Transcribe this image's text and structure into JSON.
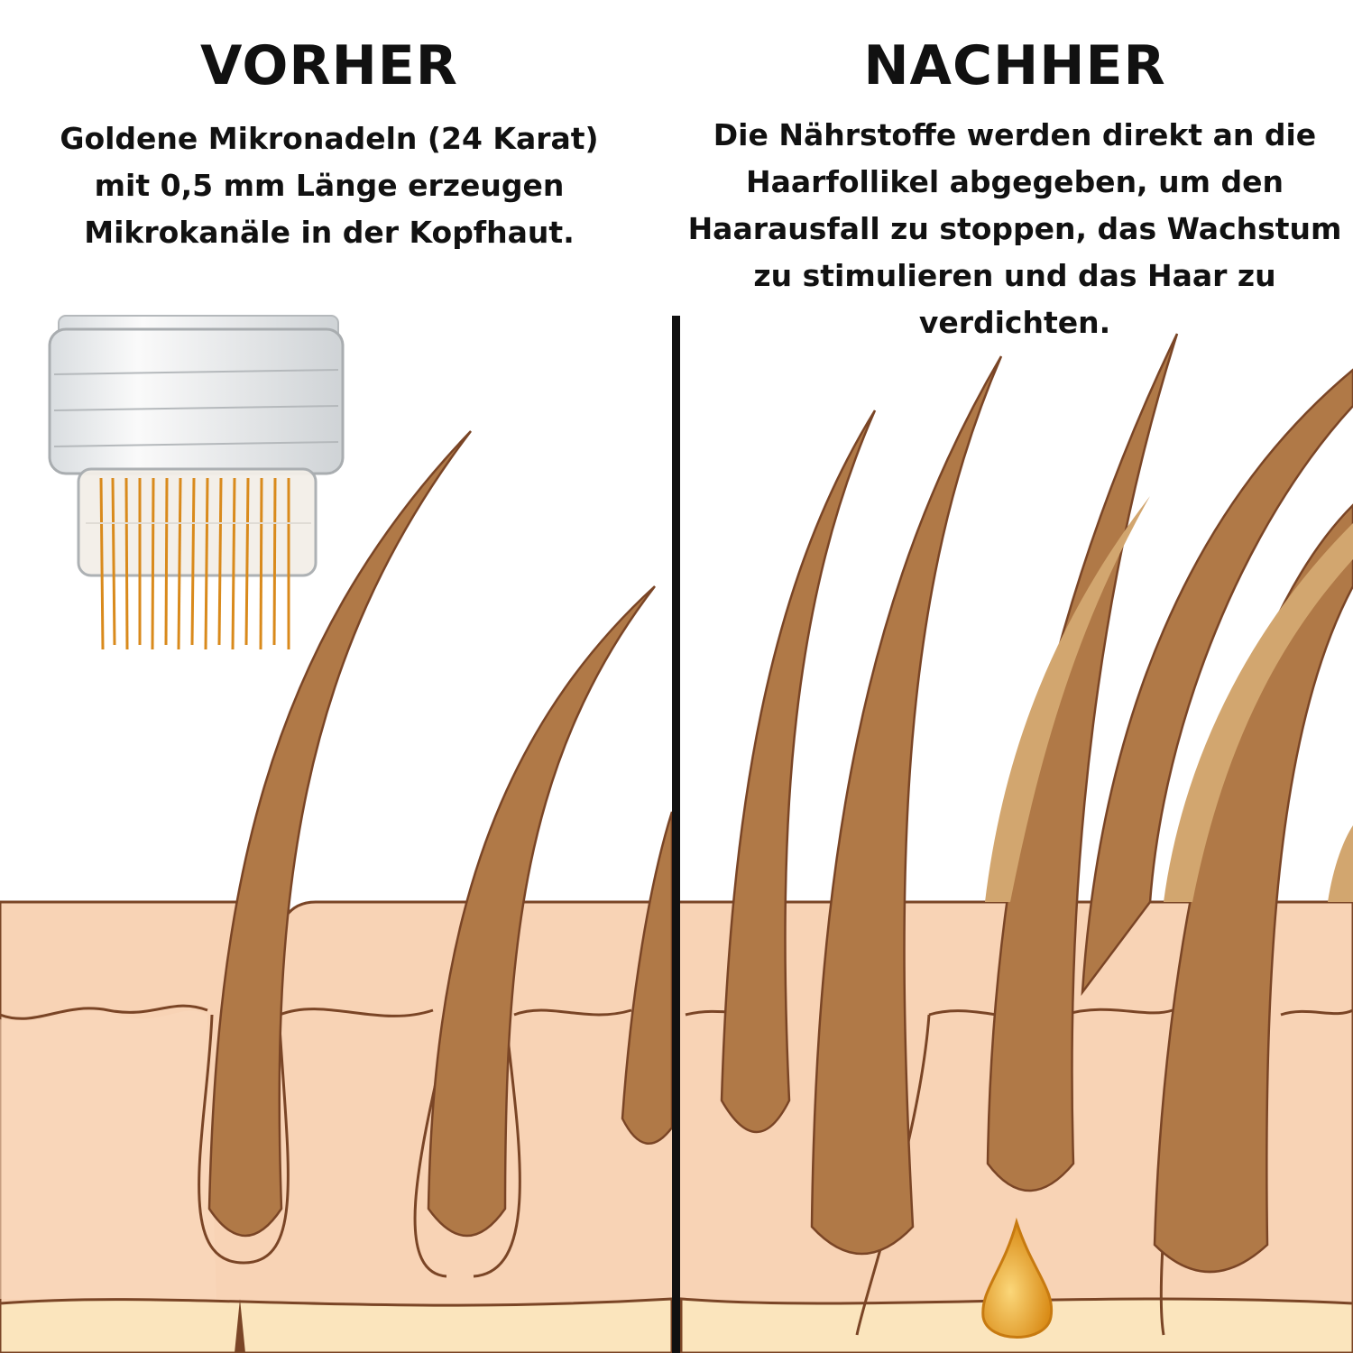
{
  "before": {
    "title": "VORHER",
    "text": "Goldene Mikronadeln (24 Karat) mit 0,5 mm Länge erzeugen Mikrokanäle in der Kopfhaut."
  },
  "after": {
    "title": "NACHHER",
    "text": "Die Nährstoffe werden direkt an die Haarfollikel abgegeben, um den Haarausfall zu stoppen, das Wachstum zu stimulieren und das Haar zu verdichten."
  },
  "colors": {
    "skin": "#f8d3b5",
    "skin_deep": "#fbe5bd",
    "outline": "#7a4526",
    "hair": "#b07947",
    "hair_light": "#d2a66f",
    "needle": "#d98a1c",
    "serum": "#e8a93a",
    "divider": "#111111"
  }
}
